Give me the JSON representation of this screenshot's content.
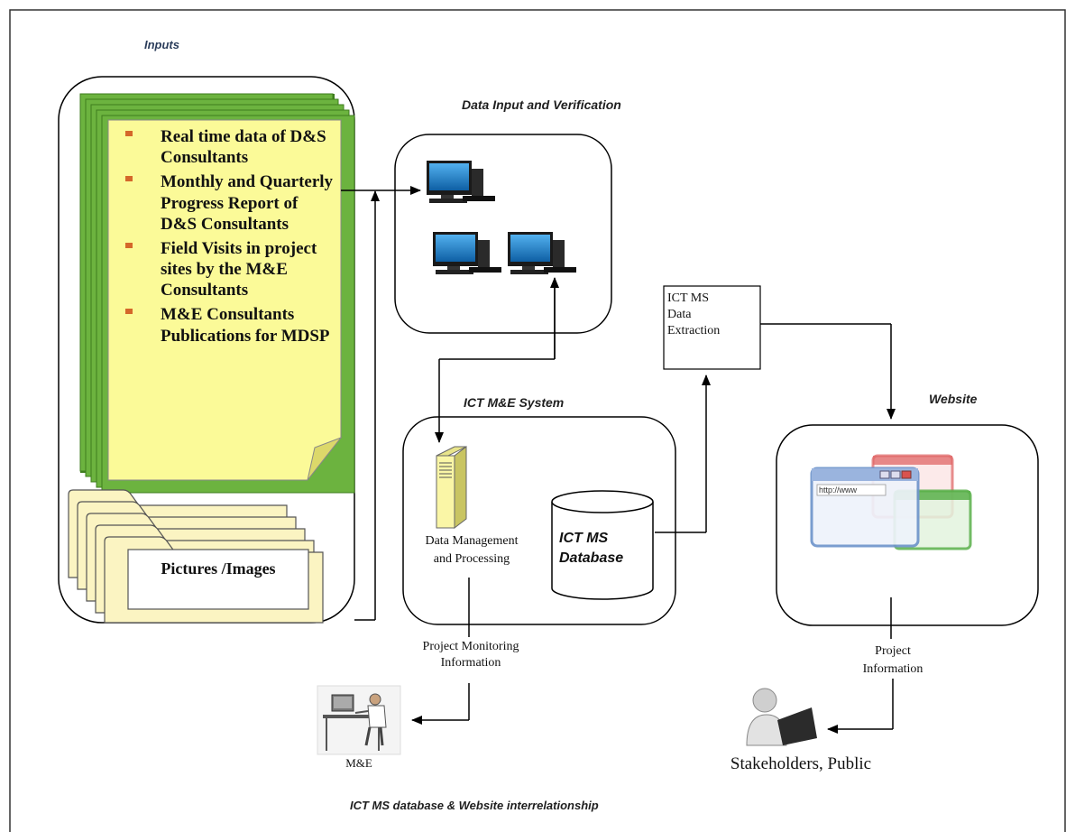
{
  "sections": {
    "inputs": "Inputs",
    "data_input": "Data Input and Verification",
    "ict_me_system": "ICT M&E System",
    "website": "Website"
  },
  "input_items": [
    "Real time data of D&S Consultants",
    "Monthly and Quarterly Progress Report of D&S Consultants",
    "Field Visits in project sites by the M&E Consultants",
    "M&E Consultants Publications for MDSP"
  ],
  "pictures_label": "Pictures /Images",
  "extraction_label": [
    "ICT MS",
    "Data",
    "Extraction"
  ],
  "server_label": [
    "Data Management",
    "and Processing"
  ],
  "database_label": [
    "ICT MS",
    "Database"
  ],
  "browser_text": "http://www",
  "pmi_label": [
    "Project Monitoring",
    "Information"
  ],
  "pi_label": [
    "Project",
    "Information"
  ],
  "me_label": "M&E",
  "stakeholders_label": "Stakeholders, Public",
  "caption": "ICT MS database & Website interrelationship",
  "colors": {
    "note_fill": "#fbfa98",
    "note_green": "#6cb33f",
    "folder_fill": "#fbf4c2",
    "bullet": "#d4672a",
    "monitor_screen": "#1d7fc6",
    "server_fill": "#faf6a6"
  }
}
